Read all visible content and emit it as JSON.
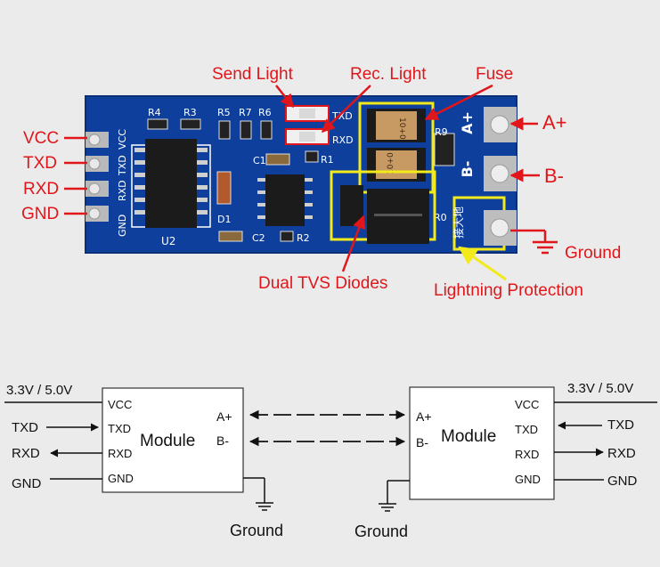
{
  "photo": {
    "callouts": {
      "send_light": "Send Light",
      "rec_light": "Rec. Light",
      "fuse": "Fuse",
      "a_plus": "A+",
      "b_minus": "B-",
      "ground": "Ground",
      "dual_tvs": "Dual TVS Diodes",
      "lightning": "Lightning Protection",
      "vcc": "VCC",
      "txd": "TXD",
      "rxd": "RXD",
      "gnd": "GND"
    },
    "silkscreen": {
      "r4": "R4",
      "r3": "R3",
      "r5": "R5",
      "r7": "R7",
      "r6": "R6",
      "txd": "TXD",
      "rxd": "RXD",
      "r9": "R9",
      "r1": "R1",
      "c1": "C1",
      "d1": "D1",
      "c2": "C2",
      "r2": "R2",
      "u2": "U2",
      "r0": "R0",
      "a_plus": "A+",
      "b_minus": "B-",
      "earth": "接大地",
      "vcc": "VCC",
      "txd_side": "TXD",
      "rxd_side": "RXD",
      "gnd_side": "GND",
      "fuse_mark": "10+0"
    }
  },
  "schematic": {
    "left": {
      "voltage": "3.3V / 5.0V",
      "module": "Module",
      "pins_left": [
        "VCC",
        "TXD",
        "RXD",
        "GND"
      ],
      "pins_right": [
        "A+",
        "B-"
      ],
      "ext": [
        "TXD",
        "RXD",
        "GND"
      ],
      "ground": "Ground"
    },
    "right": {
      "voltage": "3.3V / 5.0V",
      "module": "Module",
      "pins_right": [
        "VCC",
        "TXD",
        "RXD",
        "GND"
      ],
      "pins_left": [
        "A+",
        "B-"
      ],
      "ext": [
        "TXD",
        "RXD",
        "GND"
      ],
      "ground": "Ground"
    }
  },
  "colors": {
    "pcb": "#0f3f9c",
    "callout_red": "#e0161b",
    "highlight_yellow": "#f2ea1a",
    "copper": "#c89a63"
  }
}
